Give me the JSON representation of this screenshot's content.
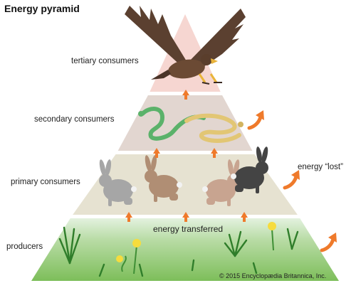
{
  "title": "Energy pyramid",
  "levels": {
    "tertiary": "tertiary consumers",
    "secondary": "secondary consumers",
    "primary": "primary consumers",
    "producers": "producers"
  },
  "energy_lost": "energy “lost”",
  "energy_transferred": "energy transferred",
  "copyright": "© 2015 Encyclopædia Britannica, Inc.",
  "colors": {
    "tertiary_band": "#f6d6d1",
    "secondary_band": "#e2d6d0",
    "primary_band": "#e6e2d1",
    "producer_band": "#d3ecd6",
    "arrow": "#ef7a2b"
  },
  "icons": [
    "eagle-icon",
    "snake-icon",
    "rabbit-icon",
    "grass-icon",
    "dandelion-icon",
    "arrow-up-icon",
    "curved-arrow-icon"
  ]
}
